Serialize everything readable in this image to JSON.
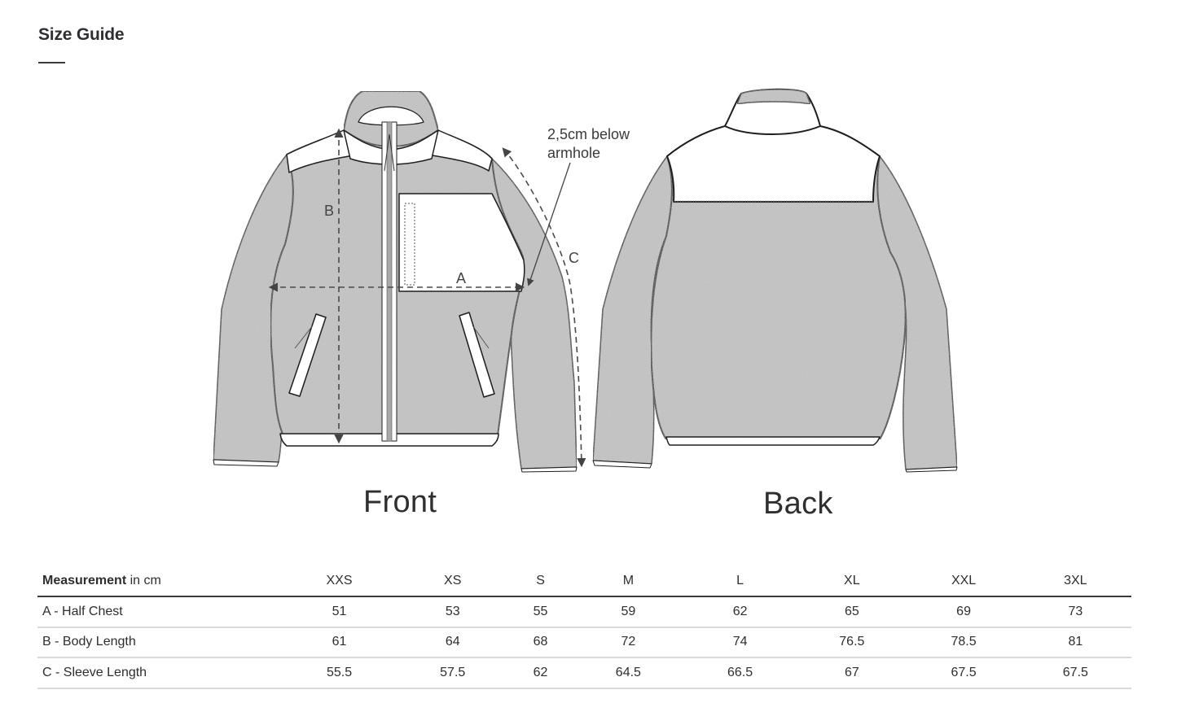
{
  "page": {
    "title": "Size Guide"
  },
  "illustration": {
    "front_label": "Front",
    "back_label": "Back",
    "annotation_line1": "2,5cm below",
    "annotation_line2": "armhole",
    "markers": {
      "a": "A",
      "b": "B",
      "c": "C"
    },
    "colors": {
      "fleece": "#bdbdbd",
      "panel": "#ffffff",
      "outline": "#1e1e1e",
      "dashed": "#4a4a4a"
    }
  },
  "table": {
    "header": {
      "label_bold": "Measurement",
      "label_unit": " in cm",
      "sizes": [
        "XXS",
        "XS",
        "S",
        "M",
        "L",
        "XL",
        "XXL",
        "3XL"
      ]
    },
    "rows": [
      {
        "label": "A - Half Chest",
        "values": [
          "51",
          "53",
          "55",
          "59",
          "62",
          "65",
          "69",
          "73"
        ]
      },
      {
        "label": "B - Body Length",
        "values": [
          "61",
          "64",
          "68",
          "72",
          "74",
          "76.5",
          "78.5",
          "81"
        ]
      },
      {
        "label": "C - Sleeve Length",
        "values": [
          "55.5",
          "57.5",
          "62",
          "64.5",
          "66.5",
          "67",
          "67.5",
          "67.5"
        ]
      }
    ]
  }
}
